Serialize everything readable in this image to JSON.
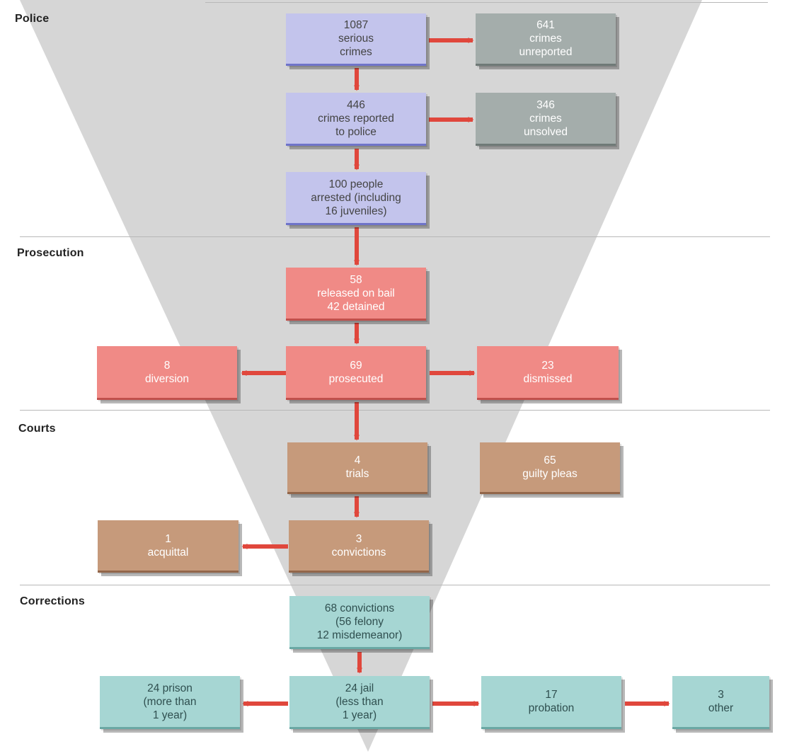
{
  "colors": {
    "funnel": "#d6d6d6",
    "arrow": "#e0473c",
    "divider": "#b8b8b8",
    "police": "#c3c4ec",
    "police_gray": "#a4adab",
    "prosecution": "#f08a86",
    "courts": "#c69a7b",
    "corrections": "#a6d6d3"
  },
  "sections": {
    "police": "Police",
    "prosecution": "Prosecution",
    "courts": "Courts",
    "corrections": "Corrections"
  },
  "boxes": {
    "serious_crimes": [
      "1087",
      "serious",
      "crimes"
    ],
    "crimes_unreported": [
      "641",
      "crimes",
      "unreported"
    ],
    "crimes_reported": [
      "446",
      "crimes reported",
      "to police"
    ],
    "crimes_unsolved": [
      "346",
      "crimes",
      "unsolved"
    ],
    "people_arrested": [
      "100 people",
      "arrested (including",
      "16 juveniles)"
    ],
    "released_on_bail": [
      "58",
      "released on bail",
      "42 detained"
    ],
    "diversion": [
      "8",
      "diversion"
    ],
    "prosecuted": [
      "69",
      "prosecuted"
    ],
    "dismissed": [
      "23",
      "dismissed"
    ],
    "trials": [
      "4",
      "trials"
    ],
    "guilty_pleas": [
      "65",
      "guilty pleas"
    ],
    "acquittal": [
      "1",
      "acquittal"
    ],
    "convictions": [
      "3",
      "convictions"
    ],
    "convictions_total": [
      "68 convictions",
      "(56 felony",
      "12 misdemeanor)"
    ],
    "prison": [
      "24 prison",
      "(more than",
      "1 year)"
    ],
    "jail": [
      "24 jail",
      "(less than",
      "1 year)"
    ],
    "probation": [
      "17",
      "probation"
    ],
    "other": [
      "3",
      "other"
    ]
  }
}
